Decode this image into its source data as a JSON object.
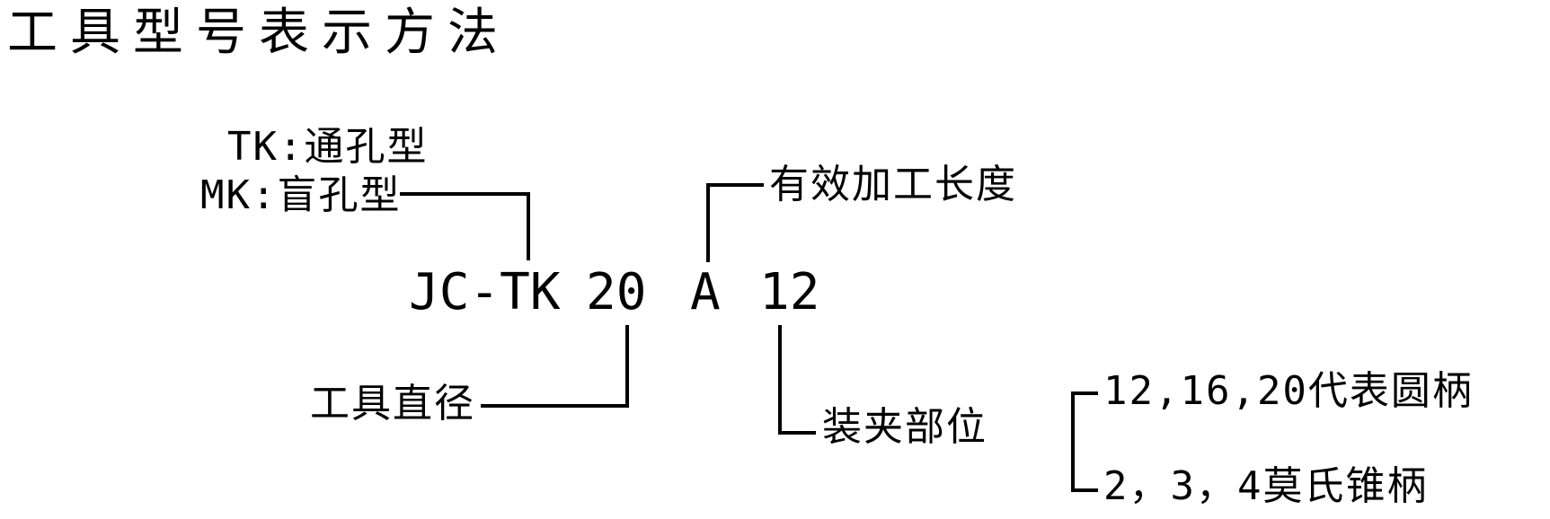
{
  "title": "工具型号表示方法",
  "model": {
    "prefix": "JC-TK",
    "diameter": "20",
    "length_code": "A",
    "clamp_code": "12"
  },
  "annotations": {
    "tk_type": "TK:通孔型",
    "mk_type": "MK:盲孔型",
    "effective_length": "有效加工长度",
    "tool_diameter": "工具直径",
    "clamping_part": "装夹部位",
    "round_shank_option": "12,16,20代表圆柄",
    "morse_taper_option": "2，3，4莫氏锥柄"
  },
  "colors": {
    "background": "#ffffff",
    "foreground": "#000000"
  }
}
